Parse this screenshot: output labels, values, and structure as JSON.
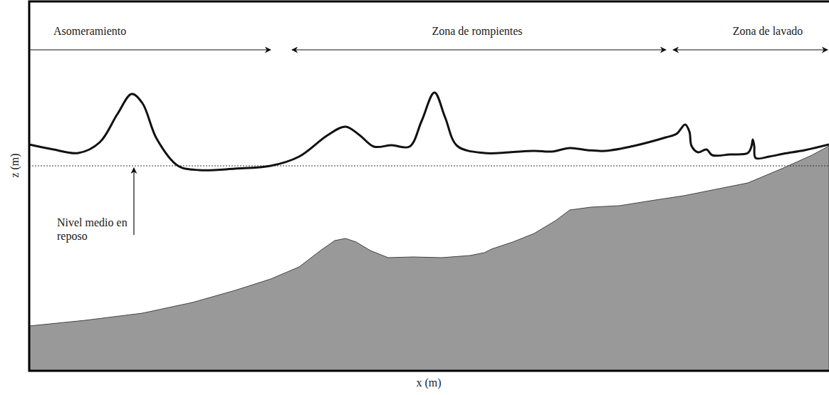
{
  "diagram": {
    "labels": [
      "Asomeramiento",
      "Zona de rompientes",
      "Zona de lavado",
      "Nivel medio en reposo",
      "z (m)",
      "x (m)"
    ]
  }
}
